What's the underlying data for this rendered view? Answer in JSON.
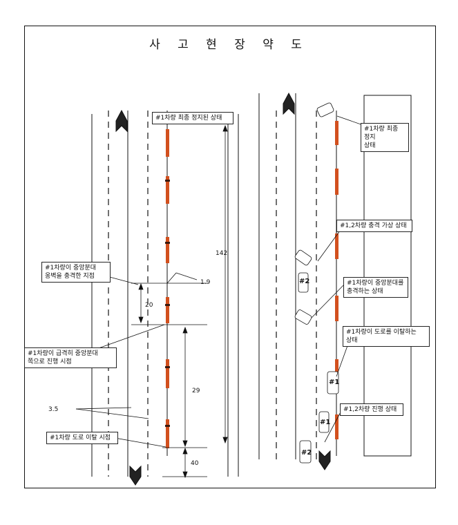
{
  "title": "사 고 현 장 약 도",
  "left_diagram": {
    "labels": {
      "final_stop": "#1차량 최종 정지된 상태",
      "hit_wall": "#1차량이 중앙분대\n옹벽을 충격한 지점",
      "sudden_turn": "#1차량이 급격히 중앙분대\n쪽으로 진행 시점",
      "departure": "#1차량 도로 이탈 시점"
    },
    "dimensions": {
      "d142": "142",
      "d1_9": "1.9",
      "d20": "20",
      "d29": "29",
      "d3_5": "3.5",
      "d40": "40"
    }
  },
  "right_diagram": {
    "labels": {
      "final_stop": "#1차량 최종 정지\n상태",
      "collision_assumed": "#1,2차량 충격 가상 상태",
      "hitting_median": "#1차량이 중앙분대를\n충격하는 상태",
      "leaving_road": "#1차량이 도로를 이탈하는\n상태",
      "moving": "#1,2차량 진행 상태"
    },
    "vehicles": {
      "v1_a": "#1",
      "v1_b": "#1",
      "v2_a": "#2",
      "v2_b": "#2"
    }
  },
  "colors": {
    "line": "#111111",
    "post_orange": "#d2501e",
    "post_dark": "#3a1a10"
  }
}
